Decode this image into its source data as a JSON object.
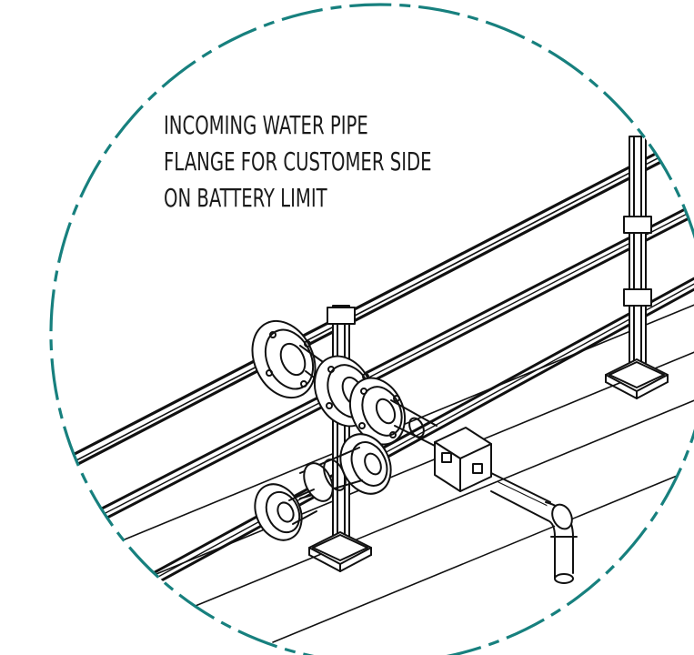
{
  "callout": {
    "lines": [
      "INCOMING WATER PIPE",
      "FLANGE FOR CUSTOMER SIDE",
      "ON BATTERY LIMIT"
    ]
  },
  "colors": {
    "detail_circle": "#17807e",
    "linework": "#111111",
    "background": "#ffffff"
  },
  "icons": {
    "detail_circle": "dashed-circle-callout"
  }
}
